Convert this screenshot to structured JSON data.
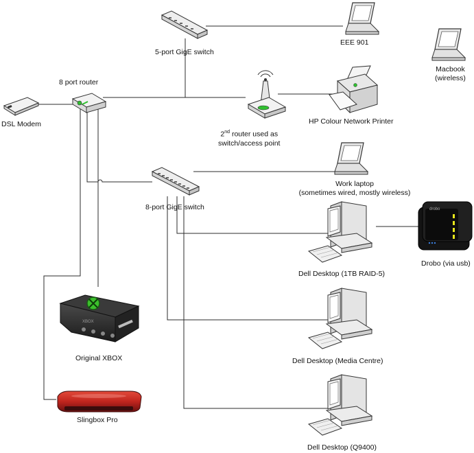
{
  "labels": {
    "dsl_modem": "DSL Modem",
    "router_8port": "8 port router",
    "switch_5port": "5-port GigE switch",
    "eee901": "EEE 901",
    "macbook_line1": "Macbook",
    "macbook_line2": "(wireless)",
    "router2_line1_pre": "2",
    "router2_line1_sup": "nd",
    "router2_line1_post": " router used as",
    "router2_line2": "switch/access point",
    "hp_printer": "HP Colour Network Printer",
    "switch_8port": "8-port GigE switch",
    "work_laptop_line1": "Work laptop",
    "work_laptop_line2": "(sometimes wired, mostly wireless)",
    "dell_raid": "Dell Desktop (1TB RAID-5)",
    "drobo": "Drobo (via usb)",
    "dell_media": "Dell Desktop (Media Centre)",
    "dell_q9400": "Dell Desktop (Q9400)",
    "xbox": "Original XBOX",
    "slingbox": "Slingbox Pro",
    "xbox_logo": "XBOX",
    "drobo_logo": "drobo"
  },
  "colors": {
    "wire": "#2b2b2b",
    "device_outline": "#333333",
    "device_fill": "#f2f2f2",
    "network_accent": "#2fbf2f",
    "xbox_body": "#2a2a2a",
    "xbox_accent": "#3cbf2c",
    "slingbox_red": "#c0251e",
    "drobo_body": "#141414",
    "drobo_led": "#e8e61c"
  },
  "icons": {
    "modem": "dsl-modem-icon",
    "router": "router-icon",
    "switch": "network-switch-icon",
    "laptop": "laptop-icon",
    "printer": "printer-icon",
    "access_point": "wireless-router-icon",
    "desktop": "desktop-computer-icon",
    "drobo": "drobo-storage-icon",
    "xbox": "xbox-console-icon",
    "slingbox": "slingbox-icon"
  }
}
